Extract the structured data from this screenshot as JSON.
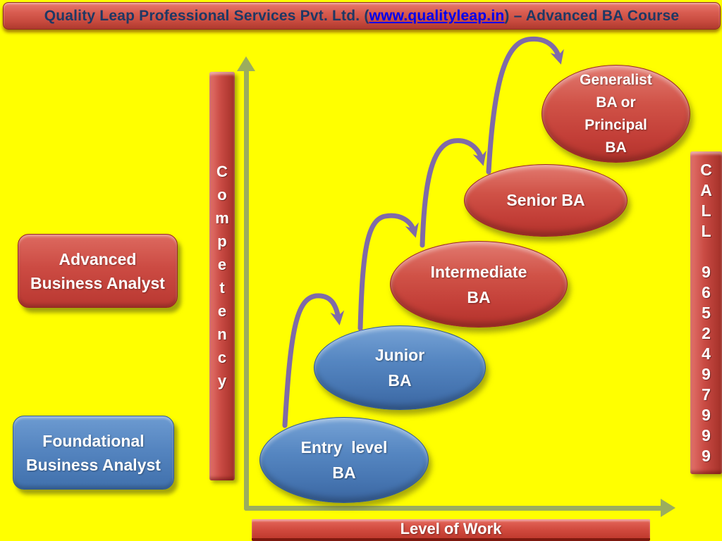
{
  "banner": {
    "prefix": "Quality Leap Professional Services Pvt. Ltd. (",
    "link": "www.qualityleap.in",
    "suffix": ") – Advanced BA Course"
  },
  "boxes": {
    "advanced": "Advanced\nBusiness Analyst",
    "foundational": "Foundational\nBusiness Analyst"
  },
  "competency": {
    "letters": [
      "C",
      "o",
      "m",
      "p",
      "e",
      "t",
      "e",
      "n",
      "c",
      "y"
    ]
  },
  "call": {
    "lines": [
      "C",
      "A",
      "L",
      "L",
      "",
      "9",
      "6",
      "5",
      "2",
      "4",
      "9",
      "7",
      "9",
      "9",
      "9"
    ]
  },
  "x_axis_label": "Level of Work",
  "ellipses": {
    "entry": "Entry  level\nBA",
    "junior": "Junior\nBA",
    "intermediate": "Intermediate\nBA",
    "senior": "Senior BA",
    "generalist": "Generalist\nBA or\nPrincipal\nBA"
  },
  "colors": {
    "background": "#FFFF00",
    "shape_red": "#C0504D",
    "shape_blue": "#4F81BD",
    "axis_olive": "#9BAD5E",
    "arrow_purple": "#8064A2",
    "banner_title_text": "#1F3864",
    "link_blue": "#0000EE",
    "shape_text": "#FFFFFF"
  }
}
